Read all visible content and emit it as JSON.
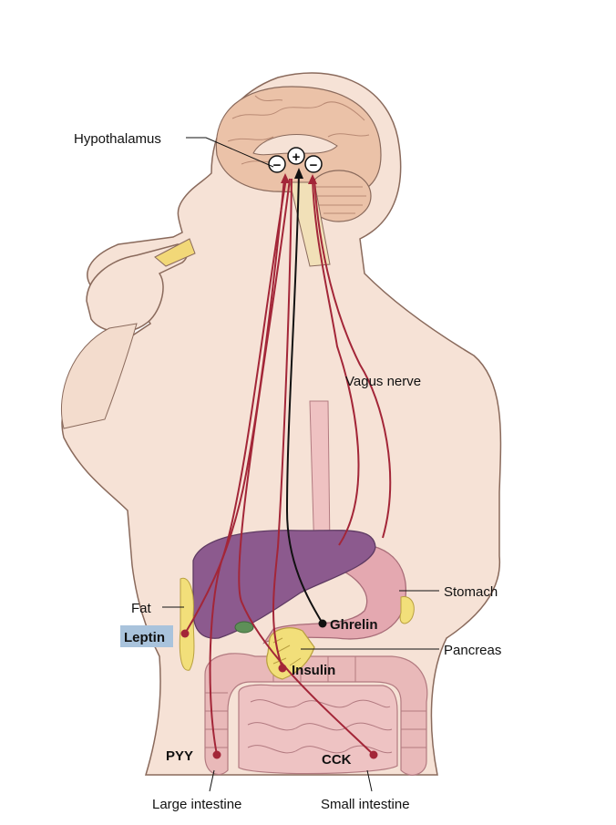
{
  "labels": {
    "hypothalamus": "Hypothalamus",
    "vagus_nerve": "Vagus nerve",
    "stomach": "Stomach",
    "fat": "Fat",
    "leptin": "Leptin",
    "ghrelin": "Ghrelin",
    "pancreas": "Pancreas",
    "insulin": "Insulin",
    "pyy": "PYY",
    "cck": "CCK",
    "large_intestine": "Large intestine",
    "small_intestine": "Small intestine"
  },
  "signs": {
    "plus": "+",
    "minus_left": "−",
    "minus_right": "−"
  },
  "colors": {
    "skin": "#f6e2d6",
    "skin_outline": "#8a6a5c",
    "brain": "#ebc2a8",
    "liver": "#8c5a8e",
    "stomach": "#e4a8b0",
    "intestine": "#e9b9b9",
    "pancreas_fat": "#f2df7a",
    "hormone_pathway": "#a32638",
    "ghrelin_pathway": "#111111",
    "leptin_highlight": "#a9c3dc"
  }
}
